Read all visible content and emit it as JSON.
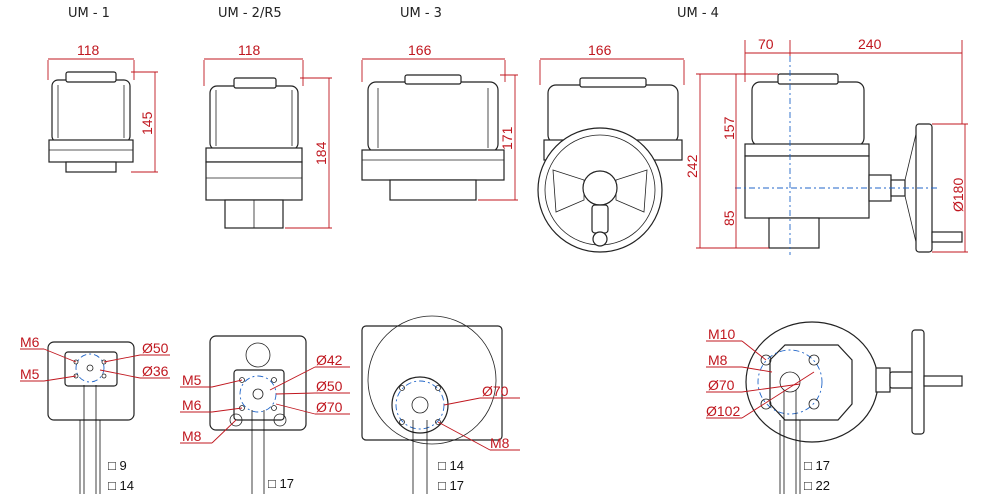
{
  "models": {
    "um1": {
      "title": "UM - 1",
      "width": "118",
      "height": "145",
      "callouts": {
        "m6": "M6",
        "m5": "M5",
        "d50": "Ø50",
        "d36": "Ø36"
      },
      "squares": {
        "s1": "9",
        "s2": "14"
      }
    },
    "um2": {
      "title": "UM - 2/R5",
      "width": "118",
      "height": "184",
      "callouts": {
        "m5": "M5",
        "m6": "M6",
        "m8": "M8",
        "d42": "Ø42",
        "d50": "Ø50",
        "d70": "Ø70"
      },
      "squares": {
        "s1": "17"
      }
    },
    "um3": {
      "title": "UM - 3",
      "width": "166",
      "height": "171",
      "callouts": {
        "d70": "Ø70",
        "m8": "M8"
      },
      "squares": {
        "s1": "14",
        "s2": "17"
      }
    },
    "um3b": {
      "width": "166"
    },
    "um4": {
      "title": "UM - 4",
      "w1": "70",
      "w2": "240",
      "h_total": "242",
      "h_top": "157",
      "h_bottom": "85",
      "d_wheel": "Ø180",
      "callouts": {
        "m10": "M10",
        "m8": "M8",
        "d70": "Ø70",
        "d102": "Ø102"
      },
      "squares": {
        "s1": "17",
        "s2": "22"
      }
    }
  },
  "colors": {
    "dimension": "#c0171f",
    "centerline": "#2266c8",
    "outline": "#222222"
  }
}
